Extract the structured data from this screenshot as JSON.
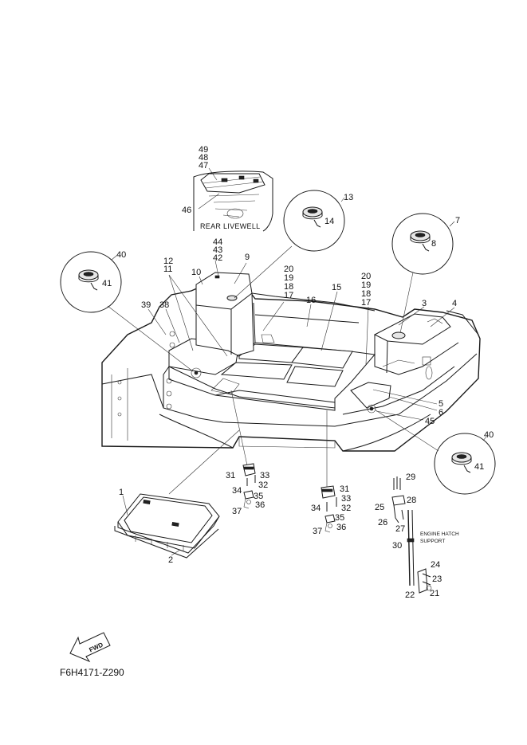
{
  "labels": {
    "rear_livewell": "REAR LIVEWELL",
    "engine_hatch_support_1": "ENGINE HATCH",
    "engine_hatch_support_2": "SUPPORT",
    "fwd": "FWD",
    "drawing_code": "F6H4171-Z290"
  },
  "callouts": [
    {
      "id": "c49",
      "text": "49"
    },
    {
      "id": "c48",
      "text": "48"
    },
    {
      "id": "c47",
      "text": "47"
    },
    {
      "id": "c46",
      "text": "46"
    },
    {
      "id": "c13",
      "text": "13"
    },
    {
      "id": "c14",
      "text": "14"
    },
    {
      "id": "c7",
      "text": "7"
    },
    {
      "id": "c8",
      "text": "8"
    },
    {
      "id": "c40a",
      "text": "40"
    },
    {
      "id": "c41a",
      "text": "41"
    },
    {
      "id": "c44",
      "text": "44"
    },
    {
      "id": "c43",
      "text": "43"
    },
    {
      "id": "c42",
      "text": "42"
    },
    {
      "id": "c9",
      "text": "9"
    },
    {
      "id": "c12",
      "text": "12"
    },
    {
      "id": "c11",
      "text": "11"
    },
    {
      "id": "c10",
      "text": "10"
    },
    {
      "id": "c20a",
      "text": "20"
    },
    {
      "id": "c19a",
      "text": "19"
    },
    {
      "id": "c18a",
      "text": "18"
    },
    {
      "id": "c17a",
      "text": "17"
    },
    {
      "id": "c20b",
      "text": "20"
    },
    {
      "id": "c19b",
      "text": "19"
    },
    {
      "id": "c18b",
      "text": "18"
    },
    {
      "id": "c17b",
      "text": "17"
    },
    {
      "id": "c15",
      "text": "15"
    },
    {
      "id": "c16",
      "text": "16"
    },
    {
      "id": "c3",
      "text": "3"
    },
    {
      "id": "c4",
      "text": "4"
    },
    {
      "id": "c39",
      "text": "39"
    },
    {
      "id": "c38",
      "text": "38"
    },
    {
      "id": "c5",
      "text": "5"
    },
    {
      "id": "c6",
      "text": "6"
    },
    {
      "id": "c45",
      "text": "45"
    },
    {
      "id": "c40b",
      "text": "40"
    },
    {
      "id": "c41b",
      "text": "41"
    },
    {
      "id": "c29",
      "text": "29"
    },
    {
      "id": "c28",
      "text": "28"
    },
    {
      "id": "c25",
      "text": "25"
    },
    {
      "id": "c26",
      "text": "26"
    },
    {
      "id": "c27",
      "text": "27"
    },
    {
      "id": "c30",
      "text": "30"
    },
    {
      "id": "c24",
      "text": "24"
    },
    {
      "id": "c23",
      "text": "23"
    },
    {
      "id": "c22",
      "text": "22"
    },
    {
      "id": "c21",
      "text": "21"
    },
    {
      "id": "c31a",
      "text": "31"
    },
    {
      "id": "c33a",
      "text": "33"
    },
    {
      "id": "c32a",
      "text": "32"
    },
    {
      "id": "c34a",
      "text": "34"
    },
    {
      "id": "c35a",
      "text": "35"
    },
    {
      "id": "c36a",
      "text": "36"
    },
    {
      "id": "c37a",
      "text": "37"
    },
    {
      "id": "c31b",
      "text": "31"
    },
    {
      "id": "c33b",
      "text": "33"
    },
    {
      "id": "c32b",
      "text": "32"
    },
    {
      "id": "c34b",
      "text": "34"
    },
    {
      "id": "c35b",
      "text": "35"
    },
    {
      "id": "c36b",
      "text": "36"
    },
    {
      "id": "c37b",
      "text": "37"
    },
    {
      "id": "c1",
      "text": "1"
    },
    {
      "id": "c2",
      "text": "2"
    }
  ]
}
